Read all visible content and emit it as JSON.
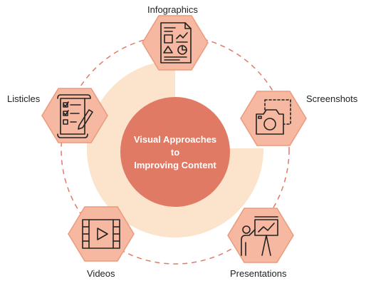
{
  "center": {
    "lines": [
      "Visual Approaches",
      "to",
      "Improving Content"
    ]
  },
  "nodes": [
    {
      "id": "infographics",
      "label": "Infographics",
      "icon": "infographic-document-icon"
    },
    {
      "id": "screenshots",
      "label": "Screenshots",
      "icon": "screenshot-camera-icon"
    },
    {
      "id": "presentations",
      "label": "Presentations",
      "icon": "presenter-whiteboard-icon"
    },
    {
      "id": "videos",
      "label": "Videos",
      "icon": "video-film-icon"
    },
    {
      "id": "listicles",
      "label": "Listicles",
      "icon": "checklist-scroll-icon"
    }
  ],
  "colors": {
    "center_fill": "#e07a65",
    "hexagon_fill": "#f6b8a0",
    "hexagon_stroke": "#eb9a7c",
    "donut_fill": "#fbe3cc",
    "dashed_ring": "#e07a65",
    "icon_stroke": "#222222",
    "label_text": "#222222"
  }
}
